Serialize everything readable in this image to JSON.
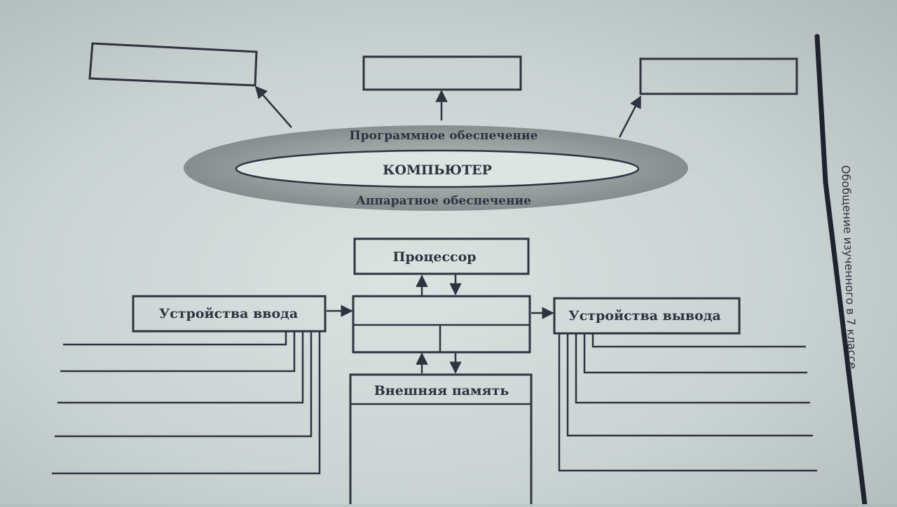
{
  "diagram": {
    "ellipse": {
      "top_label": "Программное обеспечение",
      "center_label": "КОМПЬЮТЕР",
      "bottom_label": "Аппаратное обеспечение"
    },
    "processor_label": "Процессор",
    "input_devices_label": "Устройства ввода",
    "output_devices_label": "Устройства вывода",
    "external_memory_label": "Внешняя память"
  },
  "side_caption": "Обобщение изученного в 7 классе",
  "colors": {
    "ink": "#2e3340",
    "ellipse_outer": "#8e9796",
    "ellipse_inner": "#dde4e2"
  }
}
